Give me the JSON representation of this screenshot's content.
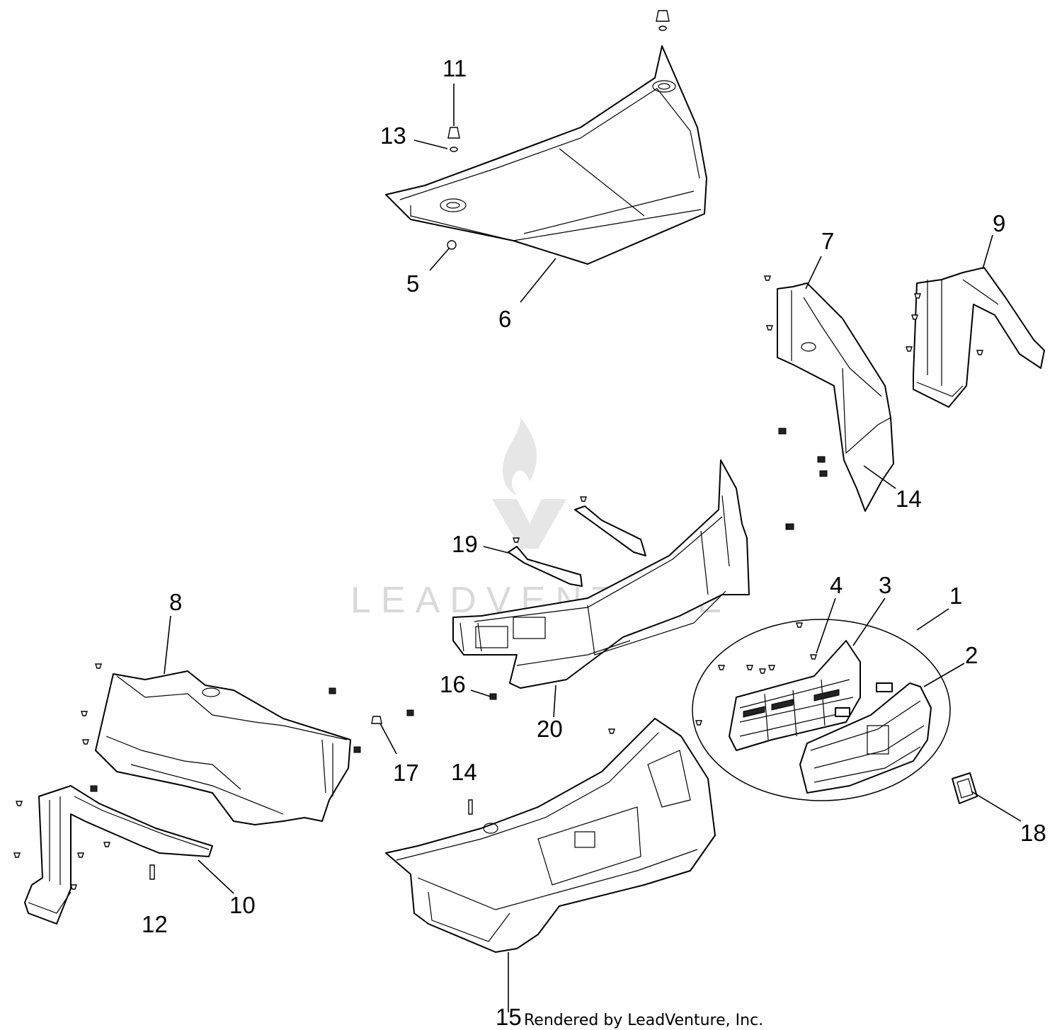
{
  "watermark": {
    "text": "LEADVENTURE"
  },
  "footer": {
    "credit": "Rendered by LeadVenture, Inc."
  },
  "callouts": [
    {
      "id": "c11",
      "label": "11"
    },
    {
      "id": "c13",
      "label": "13"
    },
    {
      "id": "c5",
      "label": "5"
    },
    {
      "id": "c6",
      "label": "6"
    },
    {
      "id": "c7",
      "label": "7"
    },
    {
      "id": "c9",
      "label": "9"
    },
    {
      "id": "c14a",
      "label": "14"
    },
    {
      "id": "c19",
      "label": "19"
    },
    {
      "id": "c8",
      "label": "8"
    },
    {
      "id": "c4",
      "label": "4"
    },
    {
      "id": "c3",
      "label": "3"
    },
    {
      "id": "c1",
      "label": "1"
    },
    {
      "id": "c2",
      "label": "2"
    },
    {
      "id": "c16",
      "label": "16"
    },
    {
      "id": "c20",
      "label": "20"
    },
    {
      "id": "c17",
      "label": "17"
    },
    {
      "id": "c14b",
      "label": "14"
    },
    {
      "id": "c18",
      "label": "18"
    },
    {
      "id": "c10",
      "label": "10"
    },
    {
      "id": "c12",
      "label": "12"
    },
    {
      "id": "c15",
      "label": "15"
    }
  ]
}
